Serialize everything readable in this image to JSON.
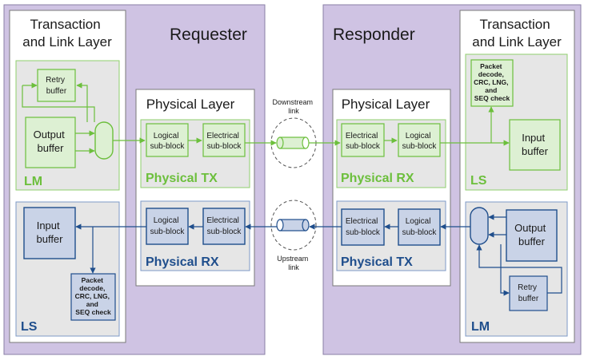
{
  "colors": {
    "purple": "#cfc3e3",
    "green": "#6cbf3c",
    "green_fill": "#ddf0d3",
    "blue": "#1f4e8c",
    "blue_fill": "#c9d3e7",
    "panel_gray": "#e6e6e6"
  },
  "requester": {
    "title": "Requester",
    "tll": {
      "line1": "Transaction",
      "line2": "and Link Layer"
    },
    "lm": {
      "label": "LM",
      "retry": [
        "Retry",
        "buffer"
      ],
      "output": [
        "Output",
        "buffer"
      ]
    },
    "ls": {
      "label": "LS",
      "input": [
        "Input",
        "buffer"
      ],
      "packet": [
        "Packet",
        "decode,",
        "CRC, LNG,",
        "and",
        "SEQ check"
      ]
    },
    "phy": {
      "title": "Physical Layer",
      "tx": {
        "label": "Physical TX",
        "logical": [
          "Logical",
          "sub-block"
        ],
        "electrical": [
          "Electrical",
          "sub-block"
        ]
      },
      "rx": {
        "label": "Physical RX",
        "logical": [
          "Logical",
          "sub-block"
        ],
        "electrical": [
          "Electrical",
          "sub-block"
        ]
      }
    }
  },
  "responder": {
    "title": "Responder",
    "tll": {
      "line1": "Transaction",
      "line2": "and Link Layer"
    },
    "ls": {
      "label": "LS",
      "input": [
        "Input",
        "buffer"
      ],
      "packet": [
        "Packet",
        "decode,",
        "CRC, LNG,",
        "and",
        "SEQ check"
      ]
    },
    "lm": {
      "label": "LM",
      "output": [
        "Output",
        "buffer"
      ],
      "retry": [
        "Retry",
        "buffer"
      ]
    },
    "phy": {
      "title": "Physical Layer",
      "rx": {
        "label": "Physical RX",
        "electrical": [
          "Electrical",
          "sub-block"
        ],
        "logical": [
          "Logical",
          "sub-block"
        ]
      },
      "tx": {
        "label": "Physical TX",
        "electrical": [
          "Electrical",
          "sub-block"
        ],
        "logical": [
          "Logical",
          "sub-block"
        ]
      }
    }
  },
  "links": {
    "downstream": [
      "Downstream",
      "link"
    ],
    "upstream": [
      "Upstream",
      "link"
    ]
  }
}
